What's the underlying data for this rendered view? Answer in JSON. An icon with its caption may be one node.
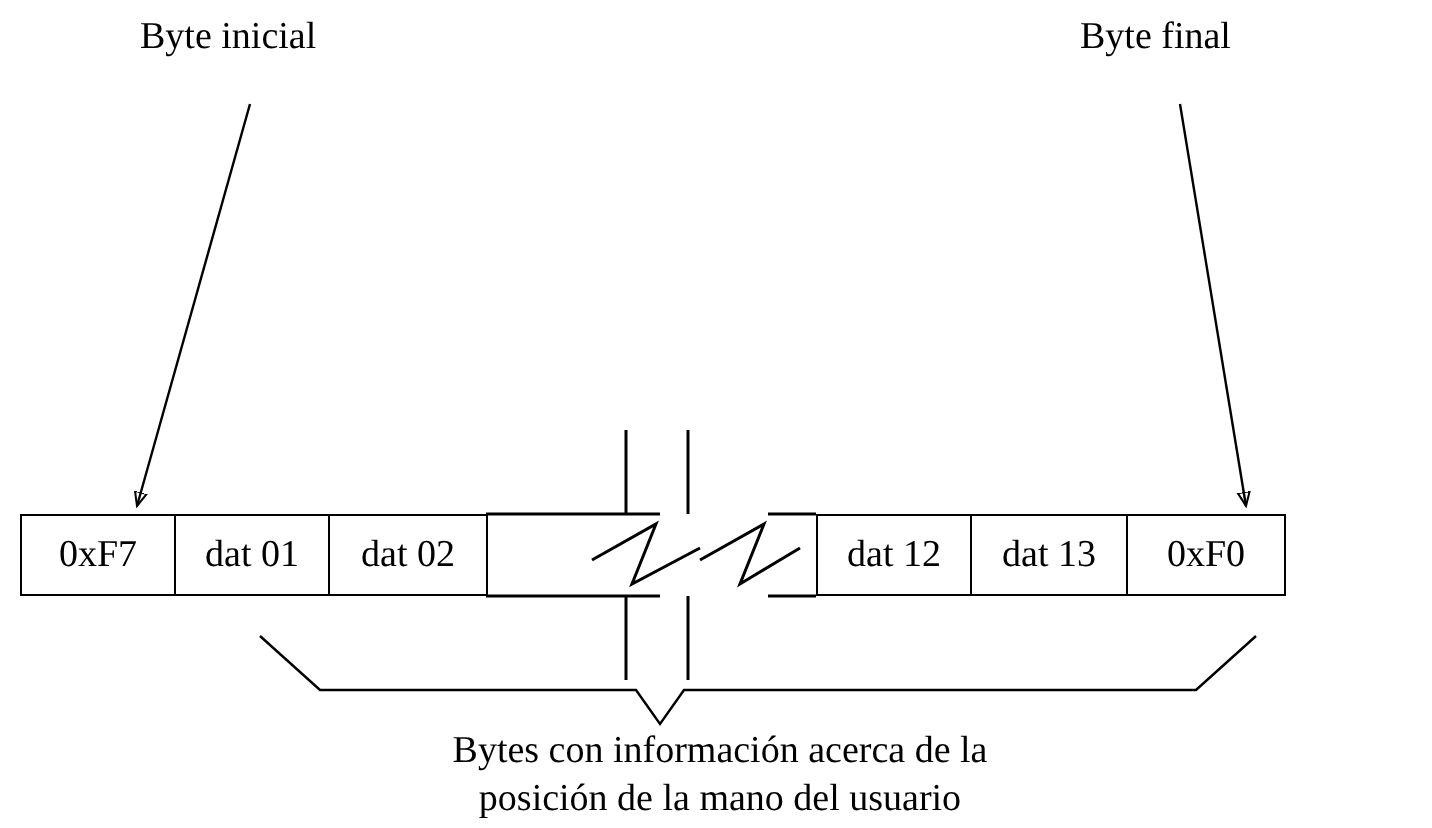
{
  "diagram": {
    "nodes": [
      {
        "text": [
          "Byte inicial"
        ]
      },
      {
        "text": [
          "Byte final"
        ]
      },
      {
        "text": [
          "0xF7"
        ]
      },
      {
        "text": [
          "dat 01"
        ]
      },
      {
        "text": [
          "dat 02"
        ]
      },
      {
        "text": [
          "dat 12"
        ]
      },
      {
        "text": [
          "dat 13"
        ]
      },
      {
        "text": [
          "0xF0"
        ]
      }
    ],
    "edges": [
      {
        "from": 0,
        "to": 2,
        "arrow": "to"
      },
      {
        "from": 1,
        "to": 7,
        "arrow": "to"
      }
    ],
    "labels": [
      "Bytes con información acerca de la posición de la mano del usuario"
    ]
  }
}
